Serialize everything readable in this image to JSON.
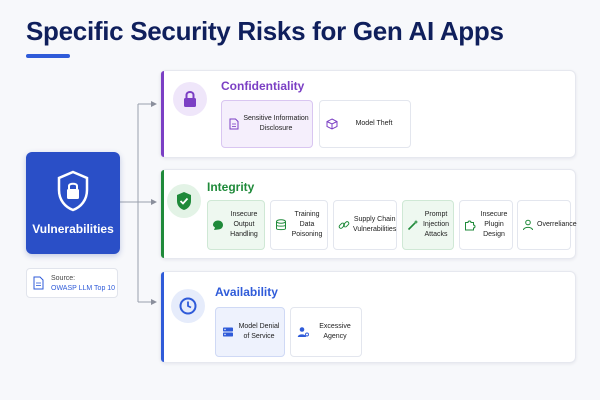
{
  "title": "Specific Security Risks for Gen AI Apps",
  "root": {
    "label": "Vulnerabilities"
  },
  "source": {
    "label": "Source:",
    "link": "OWASP LLM Top 10"
  },
  "colors": {
    "title": "#0f1f5c",
    "root": "#2a4fc7",
    "confidentiality": "#7b3fc4",
    "integrity": "#1f8a3a",
    "availability": "#2f5bd9"
  },
  "sections": {
    "confidentiality": {
      "title": "Confidentiality",
      "icon": "lock-icon",
      "items": [
        {
          "label": "Sensitive Information Disclosure",
          "icon": "document-icon"
        },
        {
          "label": "Model Theft",
          "icon": "cube-icon"
        }
      ]
    },
    "integrity": {
      "title": "Integrity",
      "icon": "shield-check-icon",
      "items": [
        {
          "label": "Insecure Output Handling",
          "icon": "chat-icon"
        },
        {
          "label": "Training Data Poisoning",
          "icon": "database-icon"
        },
        {
          "label": "Supply Chain Vulnerabilities",
          "icon": "link-icon"
        },
        {
          "label": "Prompt Injection Attacks",
          "icon": "wand-icon"
        },
        {
          "label": "Insecure Plugin Design",
          "icon": "puzzle-icon"
        },
        {
          "label": "Overreliance",
          "icon": "person-icon"
        }
      ]
    },
    "availability": {
      "title": "Availability",
      "icon": "clock-icon",
      "items": [
        {
          "label": "Model Denial of Service",
          "icon": "server-icon"
        },
        {
          "label": "Excessive Agency",
          "icon": "person-gear-icon"
        }
      ]
    }
  }
}
